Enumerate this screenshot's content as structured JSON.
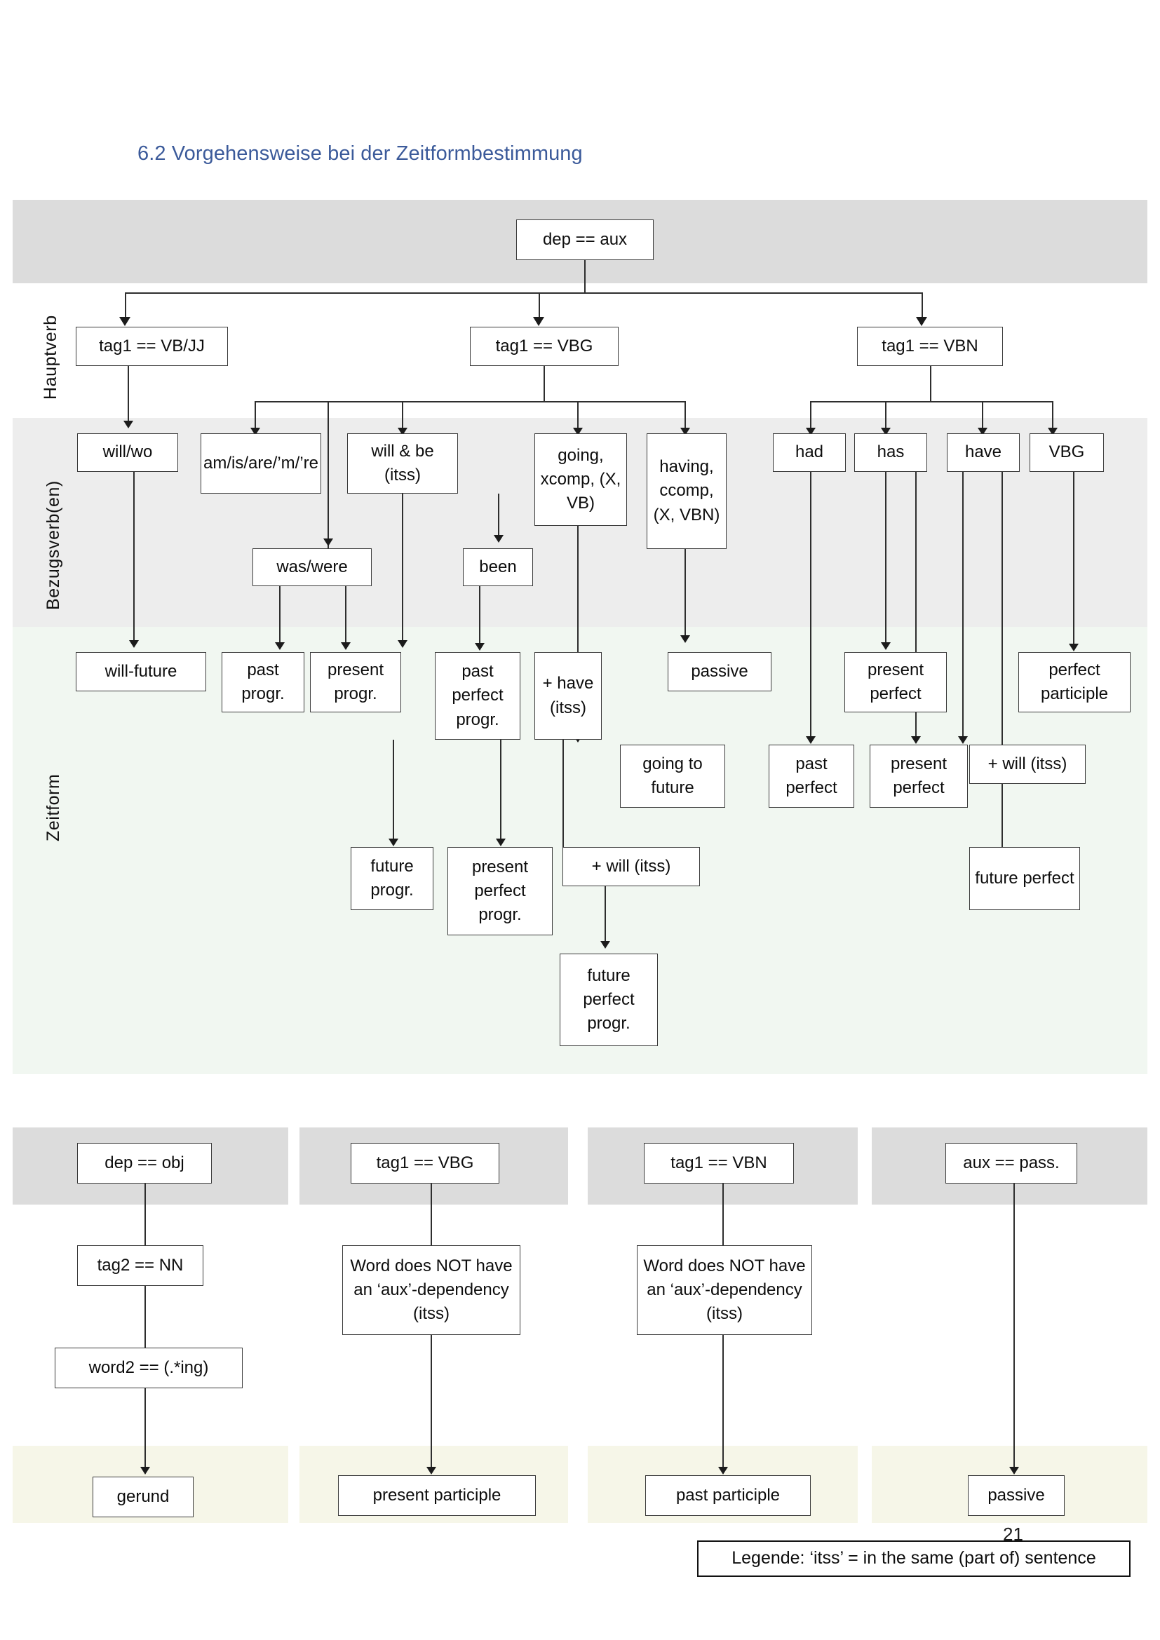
{
  "heading": "6.2 Vorgehensweise bei der Zeitformbestimmung",
  "page_number": "21",
  "lanes": [
    {
      "label": "Hauptverb"
    },
    {
      "label": "Bezugsverb(en)"
    },
    {
      "label": "Zeitform"
    }
  ],
  "colors": {
    "heading": "#3b5a9a",
    "band_gray": "#dcdcdc",
    "band_gray_light": "#ededed",
    "band_green": "#f1f7f1",
    "band_cream": "#f6f6e8",
    "node_border": "#3a3a3a",
    "connector": "#2e2e2e"
  },
  "main_flow": {
    "root": "dep == aux",
    "level1": [
      "tag1 == VB/JJ",
      "tag1 == VBG",
      "tag1 == VBN"
    ],
    "level2": [
      "will/wo",
      "am/is/are/’m/’re",
      "will & be (itss)",
      "going, xcomp, (X, VB)",
      "having, ccomp, (X, VBN)",
      "had",
      "has",
      "have",
      "VBG"
    ],
    "level2b": [
      "was/were",
      "been"
    ],
    "results_row1": [
      "will-future",
      "past progr.",
      "present progr.",
      "past perfect progr.",
      "+ have (itss)",
      "passive",
      "present perfect",
      "perfect participle"
    ],
    "results_row2": [
      "going to future",
      "past perfect",
      "present perfect",
      "+ will (itss)"
    ],
    "results_row3": [
      "future progr.",
      "present perfect progr.",
      "+ will (itss)",
      "future perfect"
    ],
    "results_row4": [
      "future perfect progr."
    ]
  },
  "sub_flows": [
    {
      "root": "dep == obj",
      "steps": [
        "tag2 == NN",
        "word2 == (.*ing)"
      ],
      "result": "gerund"
    },
    {
      "root": "tag1 == VBG",
      "steps": [
        "Word does NOT have an ‘aux’-dependency (itss)"
      ],
      "result": "present participle"
    },
    {
      "root": "tag1 == VBN",
      "steps": [
        "Word does NOT have an ‘aux’-dependency (itss)"
      ],
      "result": "past participle"
    },
    {
      "root": "aux == pass.",
      "steps": [],
      "result": "passive"
    }
  ],
  "legend": "Legende: ‘itss’ = in the same (part of) sentence"
}
